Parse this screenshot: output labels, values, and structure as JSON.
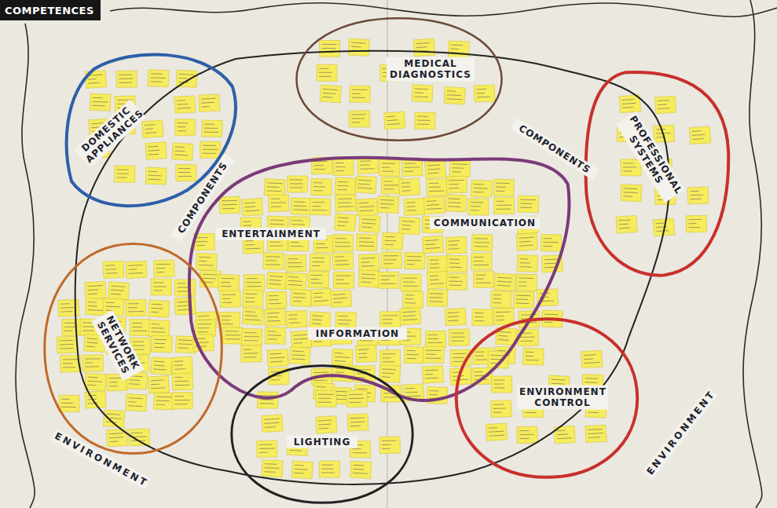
{
  "diagram": {
    "title": "COMPETENCES",
    "nodes": [
      {
        "text": [
          "COMPONENTS",
          "COMPONENTS"
        ]
      },
      {
        "text": [
          "DOMESTIC APPLIANCES"
        ]
      },
      {
        "text": [
          "MEDICAL DIAGNOSTICS"
        ]
      },
      {
        "text": [
          "PROFESSIONAL SYSTEMS"
        ]
      },
      {
        "text": [
          "ENTERTAINMENT",
          "COMMUNICATION",
          "INFORMATION"
        ],
        "in": 0
      },
      {
        "text": [
          "NETWORK SERVICES"
        ],
        "in": 0
      },
      {
        "text": [
          "LIGHTING"
        ]
      },
      {
        "text": [
          "ENVIRONMENT CONTROL"
        ]
      }
    ],
    "labels": [
      "ENVIRONMENT",
      "ENVIRONMENT"
    ]
  }
}
